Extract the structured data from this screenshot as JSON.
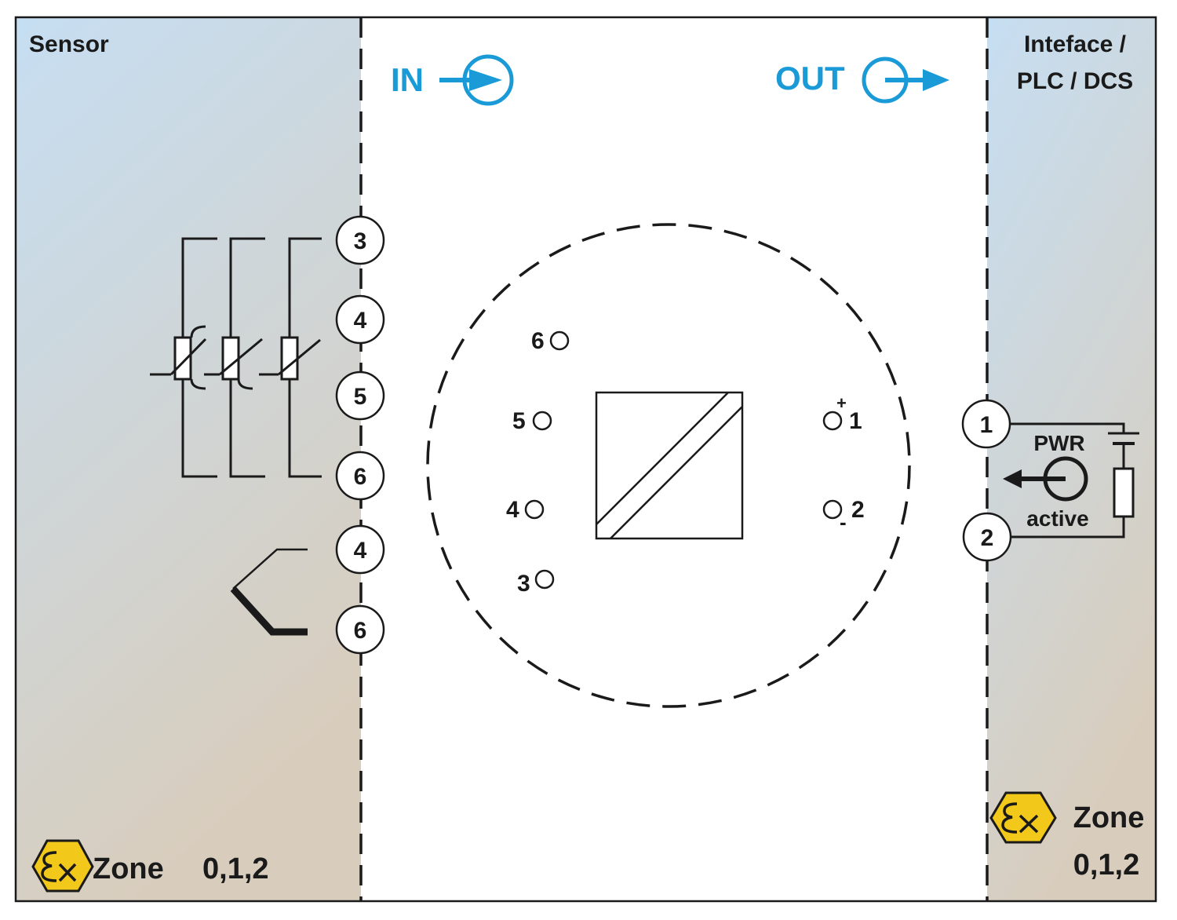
{
  "left_zone": {
    "title": "Sensor",
    "zone_label": "Zone",
    "zone_value": "0,1,2",
    "ex_symbol": "Ex"
  },
  "right_zone": {
    "title_line1": "Inteface /",
    "title_line2": "PLC / DCS",
    "zone_label": "Zone",
    "zone_value": "0,1,2",
    "ex_symbol": "Ex"
  },
  "flow": {
    "in_label": "IN",
    "out_label": "OUT",
    "color": "#1a9ad6"
  },
  "input_terminals": [
    "3",
    "4",
    "5",
    "6",
    "4",
    "6"
  ],
  "output_terminals": [
    "1",
    "2"
  ],
  "device": {
    "pins_left": [
      "6",
      "5",
      "4",
      "3"
    ],
    "pins_right": [
      "1",
      "2"
    ],
    "plus_sign": "+",
    "minus_sign": "-"
  },
  "output_circuit": {
    "pwr_label": "PWR",
    "mode_label": "active"
  },
  "colors": {
    "zone_gradient_top": "#c6def2",
    "zone_gradient_bottom": "#d8cdbd",
    "ex_yellow": "#f2c81a"
  },
  "icons": {
    "rtd_sensor": "rtd-2-3-4-wire-icon",
    "thermocouple": "thermocouple-icon",
    "isolator": "signal-isolator-icon"
  }
}
